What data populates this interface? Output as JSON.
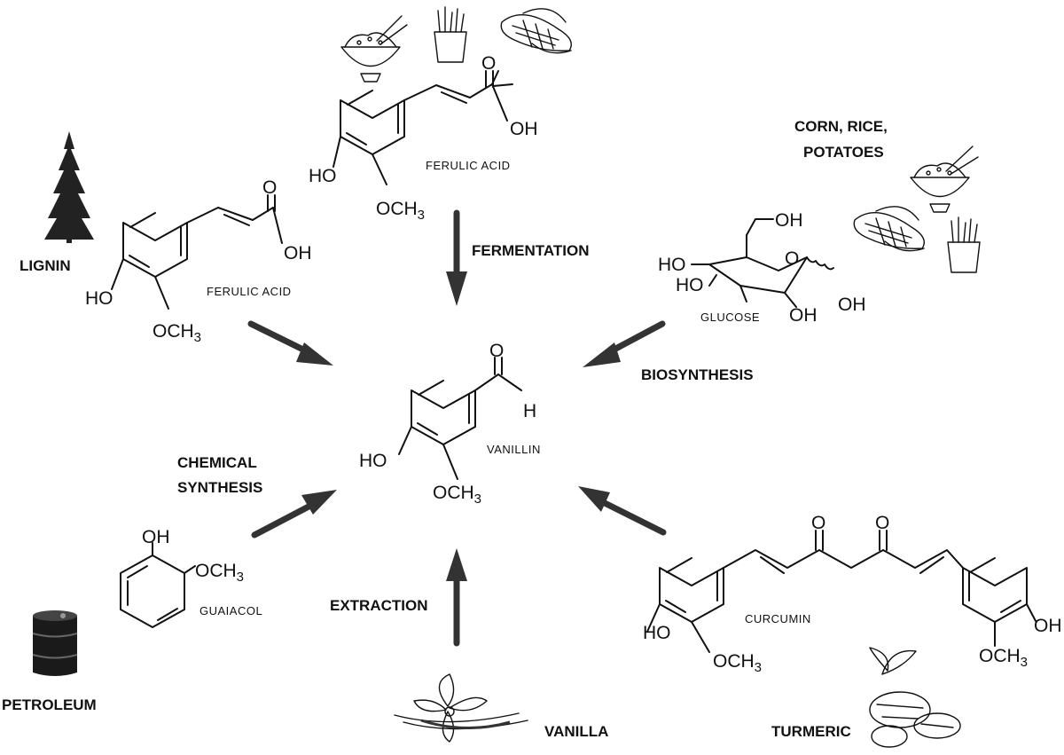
{
  "labels": {
    "lignin": "LIGNIN",
    "petroleum": "PETROLEUM",
    "vanilla": "VANILLA",
    "turmeric": "TURMERIC",
    "corn_rice_1": "CORN, RICE,",
    "corn_rice_2": "POTATOES",
    "fermentation": "FERMENTATION",
    "biosynthesis": "BIOSYNTHESIS",
    "chemical_1": "CHEMICAL",
    "chemical_2": "SYNTHESIS",
    "extraction": "EXTRACTION"
  },
  "compounds": {
    "ferulic_top": "FERULIC ACID",
    "ferulic_left": "FERULIC ACID",
    "glucose": "GLUCOSE",
    "vanillin": "VANILLIN",
    "guaiacol": "GUAIACOL",
    "curcumin": "CURCUMIN"
  },
  "atoms": {
    "ho": "HO",
    "oh": "OH",
    "och": "OCH",
    "three": "3",
    "o": "O",
    "h": "H"
  },
  "icons": [
    "rice-bowl-icon",
    "fries-icon",
    "corn-icon",
    "tree-icon",
    "oil-barrel-icon",
    "vanilla-flower-icon",
    "turmeric-root-icon"
  ]
}
